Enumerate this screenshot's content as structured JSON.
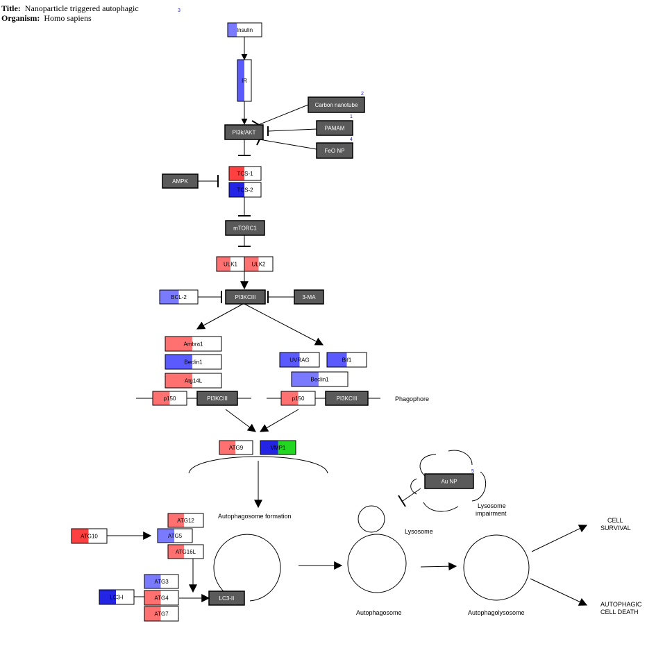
{
  "header": {
    "title_label": "Title:",
    "title": "Nanoparticle triggered autophagic",
    "organism_label": "Organism:",
    "organism": "Homo sapiens"
  },
  "refs": {
    "ref_top": "3",
    "ref_carbon": "2",
    "ref_pamam": "1",
    "ref_feo": "4",
    "ref_aunp": "5"
  },
  "colors": {
    "gray_node": "#5a5a5a",
    "red": "#ff4040",
    "light_red": "#ff7070",
    "blue": "#2424e6",
    "mid_blue": "#5a5aff",
    "light_blue": "#7a7aff",
    "green": "#22d622"
  },
  "nodes": {
    "insulin": "Insulin",
    "ir": "IR",
    "carbon_nanotube": "Carbon nanotube",
    "pi3k_akt": "PI3k/AKT",
    "pamam": "PAMAM",
    "feo_np": "FeO NP",
    "tsc1": "TCS-1",
    "tsc2": "TCS-2",
    "ampk": "AMPK",
    "mtorc1": "mTORC1",
    "ulk1": "ULK1",
    "ulk2": "ULK2",
    "bcl2": "BCL-2",
    "pi3kciii_main": "PI3KCIII",
    "three_ma": "3-MA",
    "ambra1": "Ambra1",
    "beclin1_left": "Beclin1",
    "atg14l": "Atg14L",
    "p150_left": "p150",
    "pi3kciii_left": "PI3KCIII",
    "uvrag": "UVRAG",
    "bif1": "Bif1",
    "beclin1_right": "Beclin1",
    "p150_right": "p150",
    "pi3kciii_right": "PI3KCIII",
    "atg9": "ATG9",
    "vmp1": "VMP1",
    "au_np": "Au NP",
    "atg12": "ATG12",
    "atg10": "ATG10",
    "atg5": "ATG5",
    "atg16l": "ATG16L",
    "atg3": "ATG3",
    "lc3_i": "LC3-I",
    "atg4": "ATG4",
    "atg7": "ATG7",
    "lc3_ii": "LC3-II"
  },
  "labels": {
    "phagophore": "Phagophore",
    "autophagosome_formation": "Autophagosome formation",
    "lysosome": "Lysosome",
    "lysosome_impairment_1": "Lysosome",
    "lysosome_impairment_2": "impairment",
    "autophagosome": "Autophagosome",
    "autophagolysosome": "Autophagolysosome",
    "cell_survival_1": "CELL",
    "cell_survival_2": "SURVIVAL",
    "autophagic_death_1": "AUTOPHAGIC",
    "autophagic_death_2": "CELL DEATH"
  }
}
